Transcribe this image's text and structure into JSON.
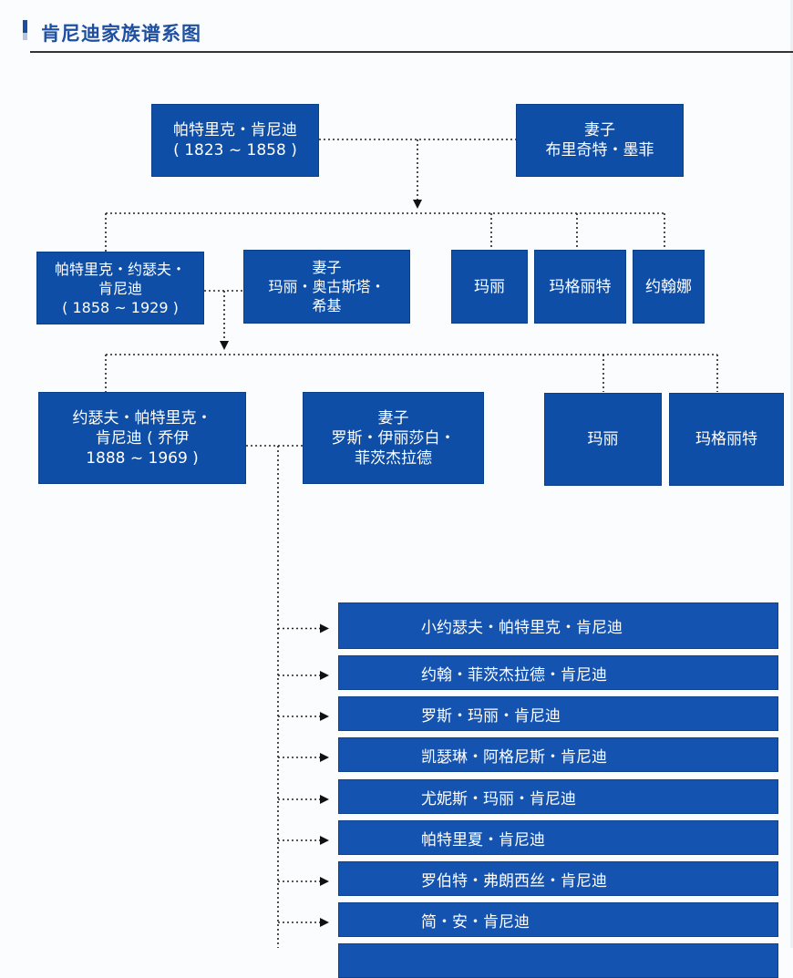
{
  "header": {
    "title": "肯尼迪家族谱系图"
  },
  "colors": {
    "box_fill": "#0f4ea6",
    "title_color": "#1e4fa0",
    "connector": "#222222"
  },
  "generation1": {
    "person": {
      "line1": "帕特里克・肯尼迪",
      "line2": "( 1823 ~ 1858 )"
    },
    "spouse": {
      "line1": "妻子",
      "line2": "布里奇特・墨菲"
    }
  },
  "generation2": {
    "person": {
      "line1": "帕特里克・约瑟夫・",
      "line2": "肯尼迪",
      "line3": "( 1858 ~ 1929 )"
    },
    "spouse": {
      "line1": "妻子",
      "line2": "玛丽・奥古斯塔・",
      "line3": "希基"
    },
    "siblings": [
      "玛丽",
      "玛格丽特",
      "约翰娜"
    ]
  },
  "generation3": {
    "person": {
      "line1": "约瑟夫・帕特里克・",
      "line2": "肯尼迪 ( 乔伊",
      "line3": "1888 ~ 1969 )"
    },
    "spouse": {
      "line1": "妻子",
      "line2": "罗斯・伊丽莎白・",
      "line3": "菲茨杰拉德"
    },
    "siblings": [
      "玛丽",
      "玛格丽特"
    ]
  },
  "generation4": {
    "children": [
      "小约瑟夫・帕特里克・肯尼迪",
      "约翰・菲茨杰拉德・肯尼迪",
      "罗斯・玛丽・肯尼迪",
      "凯瑟琳・阿格尼斯・肯尼迪",
      "尤妮斯・玛丽・肯尼迪",
      "帕特里夏・肯尼迪",
      "罗伯特・弗朗西丝・肯尼迪",
      "简・安・肯尼迪",
      ""
    ]
  }
}
